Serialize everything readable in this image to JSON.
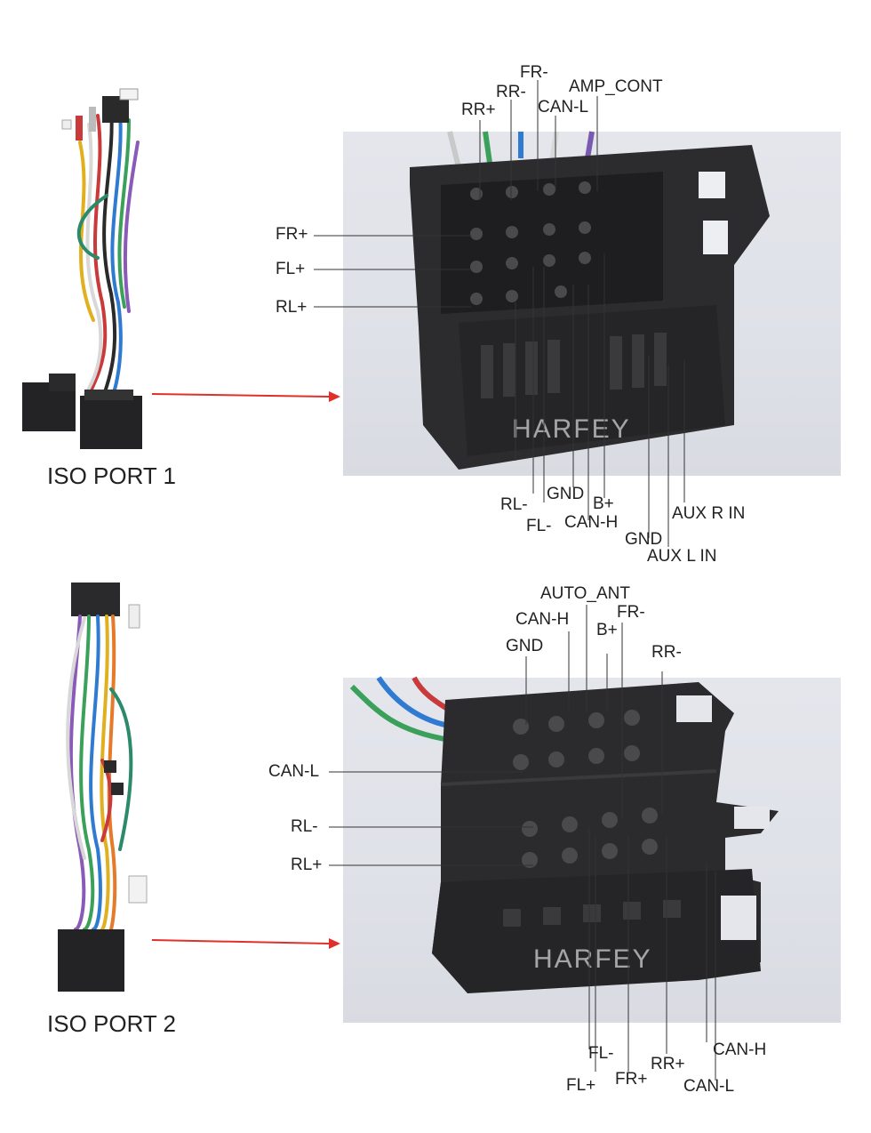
{
  "panels": [
    {
      "port_title": "ISO PORT 1",
      "watermark": "HARFEY",
      "left_labels": [
        "FR+",
        "FL+",
        "RL+"
      ],
      "top_labels": [
        "FR-",
        "RR-",
        "AMP_CONT",
        "CAN-L",
        "RR+"
      ],
      "bottom_labels": [
        "RL-",
        "GND",
        "B+",
        "FL-",
        "CAN-H",
        "AUX R IN",
        "GND",
        "AUX L IN"
      ]
    },
    {
      "port_title": "ISO PORT 2",
      "watermark": "HARFEY",
      "left_labels": [
        "CAN-L",
        "RL-",
        "RL+"
      ],
      "top_labels": [
        "AUTO_ANT",
        "CAN-H",
        "FR-",
        "B+",
        "GND",
        "RR-"
      ],
      "bottom_labels": [
        "FL-",
        "RR+",
        "CAN-H",
        "FL+",
        "FR+",
        "CAN-L"
      ]
    }
  ],
  "colors": {
    "arrow": "#e0302a",
    "leader": "#333333",
    "connector": "#2b2b2d",
    "photo_bg": "#e2e4ea"
  }
}
